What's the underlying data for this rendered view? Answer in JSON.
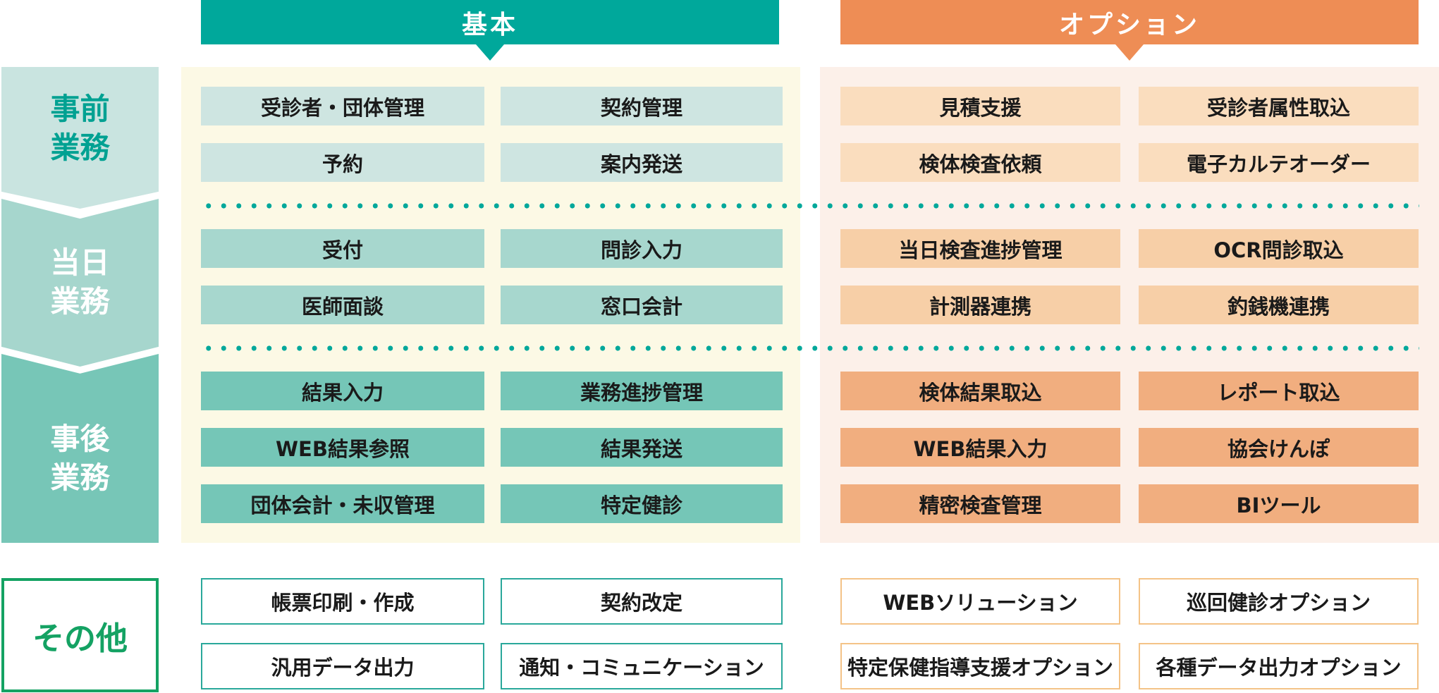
{
  "headers": {
    "basic": "基本",
    "option": "オプション"
  },
  "colors": {
    "teal": "#00A89B",
    "orange": "#EE8D55",
    "yellow_panel": "#FCF9E5",
    "pink_panel": "#FCF0E9",
    "basic_cell_row1": "#CEE5E1",
    "basic_cell_row2": "#A7D7CE",
    "basic_cell_row3": "#75C6B7",
    "option_cell_row1": "#FADDBE",
    "option_cell_row2": "#F7CFA7",
    "option_cell_row3": "#F1AE7F",
    "phase1_bg": "#C9E4E0",
    "phase1_text": "#00A192",
    "phase2_bg": "#A6D6CD",
    "phase3_bg": "#77C6B7",
    "other_green": "#14A263",
    "other_basic_border": "#2AA89B",
    "other_option_border": "#F4C387"
  },
  "phases": [
    {
      "label1": "事前",
      "label2": "業務",
      "basic": [
        "受診者・団体管理",
        "契約管理",
        "予約",
        "案内発送"
      ],
      "option": [
        "見積支援",
        "受診者属性取込",
        "検体検査依頼",
        "電子カルテオーダー"
      ]
    },
    {
      "label1": "当日",
      "label2": "業務",
      "basic": [
        "受付",
        "問診入力",
        "医師面談",
        "窓口会計"
      ],
      "option": [
        "当日検査進捗管理",
        "OCR問診取込",
        "計測器連携",
        "釣銭機連携"
      ]
    },
    {
      "label1": "事後",
      "label2": "業務",
      "basic": [
        "結果入力",
        "業務進捗管理",
        "WEB結果参照",
        "結果発送",
        "団体会計・未収管理",
        "特定健診"
      ],
      "option": [
        "検体結果取込",
        "レポート取込",
        "WEB結果入力",
        "協会けんぽ",
        "精密検査管理",
        "BIツール"
      ]
    }
  ],
  "other": {
    "label": "その他",
    "basic": [
      "帳票印刷・作成",
      "契約改定",
      "汎用データ出力",
      "通知・コミュニケーション"
    ],
    "option": [
      "WEBソリューション",
      "巡回健診オプション",
      "特定保健指導支援オプション",
      "各種データ出力オプション"
    ]
  }
}
